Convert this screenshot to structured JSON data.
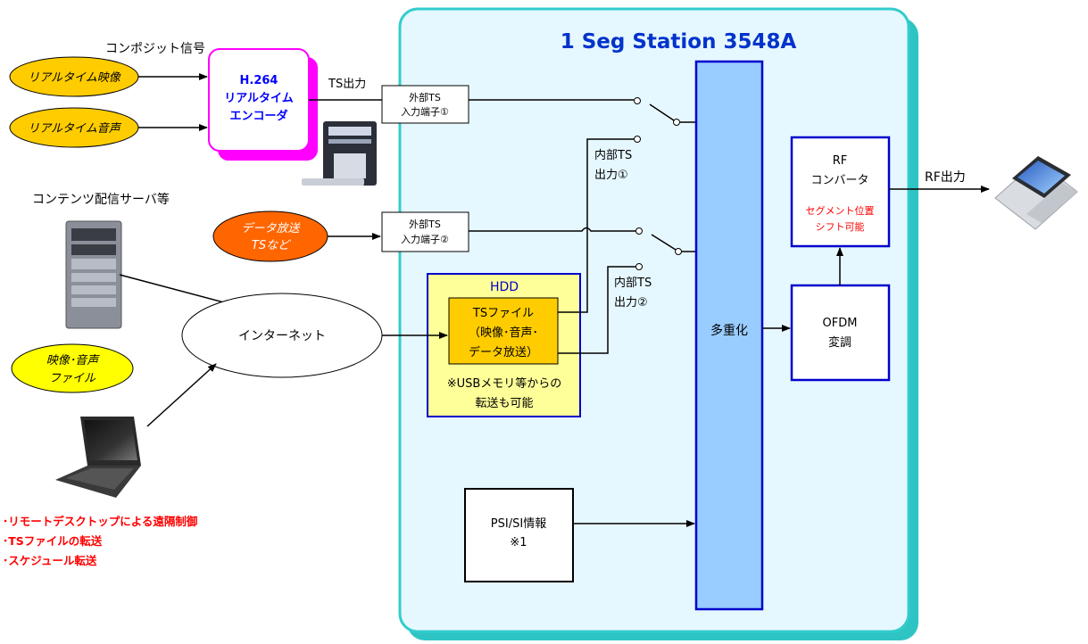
{
  "station": {
    "title": "1 Seg Station  3548A"
  },
  "sources": {
    "composite_label": "コンポジット信号",
    "realtime_video": "リアルタイム映像",
    "realtime_audio": "リアルタイム音声",
    "encoder_lines": [
      "H.264",
      "リアルタイム",
      "エンコーダ"
    ],
    "ts_output_label": "TS出力",
    "content_server_label": "コンテンツ配信サーバ等",
    "data_broadcast_lines": [
      "データ放送",
      "TSなど"
    ],
    "av_file_lines": [
      "映像･音声",
      "ファイル"
    ],
    "internet": "インターネット"
  },
  "inputs": {
    "ext_ts1_lines": [
      "外部TS",
      "入力端子①"
    ],
    "ext_ts2_lines": [
      "外部TS",
      "入力端子②"
    ],
    "int_ts1_lines": [
      "内部TS",
      "出力①"
    ],
    "int_ts2_lines": [
      "内部TS",
      "出力②"
    ]
  },
  "hdd": {
    "title": "HDD",
    "file_lines": [
      "TSファイル",
      "（映像･音声･",
      "データ放送）"
    ],
    "note_lines": [
      "※USBメモリ等からの",
      "転送も可能"
    ]
  },
  "psi": {
    "lines": [
      "PSI/SI情報",
      "※1"
    ]
  },
  "mux": {
    "label": "多重化"
  },
  "ofdm": {
    "lines": [
      "OFDM",
      "変調"
    ]
  },
  "rf": {
    "lines": [
      "RF",
      "コンバータ"
    ],
    "note_lines": [
      "セグメント位置",
      "シフト可能"
    ],
    "output_label": "RF出力"
  },
  "remote_notes": [
    "･リモートデスクトップによる遠隔制御",
    "･TSファイルの転送",
    "･スケジュール転送"
  ],
  "colors": {
    "station_border": "#33cccc",
    "station_shadow": "#2ec4c4",
    "encoder_border": "#ff00ff",
    "encoder_text": "#0000ff",
    "mux_fill": "#99ccff",
    "hdd_fill": "#ffff99",
    "ts_file_fill": "#ffcc00",
    "source_ellipse": "#ffcc00",
    "data_ellipse": "#ff6600",
    "av_ellipse": "#ffff00",
    "block_border": "#0000cc",
    "red_text": "#ff0000"
  },
  "icons": {
    "pc_tower": "desktop-pc-icon",
    "server": "server-rack-icon",
    "laptop": "laptop-icon",
    "phone": "mobile-tv-phone-icon"
  }
}
